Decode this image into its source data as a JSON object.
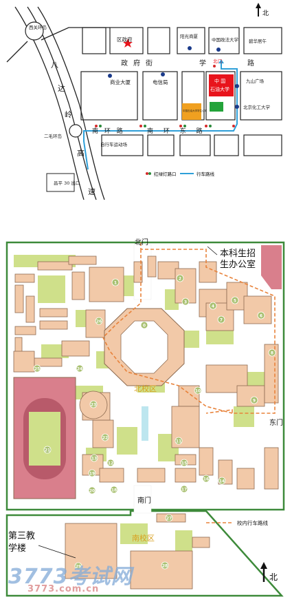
{
  "north_label": "北",
  "top_map": {
    "places": {
      "xiguan": "西关环岛",
      "district_gov": "区政府",
      "yangguang": "阳光商厦",
      "cupl": "中国政法大学",
      "bihua": "碧华居午",
      "gov_street": "政府街",
      "xue": "学",
      "lu": "路",
      "shangye": "商业大厦",
      "dianxin": "电信局",
      "cup_line1": "中 国",
      "cup_line2": "石油大学",
      "north_gate": "北门",
      "jiushan": "九山广场",
      "buct": "北京化工大学",
      "small_label": "中国石油大学学生公寓",
      "ba": "八",
      "da": "达",
      "ling": "岭",
      "erma": "二毛环岛",
      "gao": "高",
      "su": "速",
      "nanhuan": "南 环 路",
      "nanhuan2": "南 环 东 路",
      "bike_track": "自行车运动场",
      "changping": "昌平 30 出口"
    },
    "legend": {
      "traffic_light": "红绿灯路口",
      "route": "行车路线"
    }
  },
  "campus_map": {
    "north_gate": "北门",
    "admissions": "本科生招生办公室",
    "north_campus": "北校区",
    "east_gate": "东门",
    "south_gate": "南门",
    "south_campus": "南校区",
    "teaching_bldg": "第三教学楼",
    "legend_route": "校内行车路线",
    "building_numbers": [
      "0",
      "1",
      "2",
      "3",
      "4",
      "5",
      "6",
      "7",
      "8",
      "9",
      "10",
      "11",
      "12",
      "13",
      "14",
      "15",
      "16",
      "17",
      "18",
      "19",
      "20",
      "21",
      "22",
      "23",
      "24",
      "25",
      "26",
      "27",
      "28",
      "29"
    ]
  },
  "watermark": {
    "brand": "3773考试网",
    "url": "3773.com.cn"
  },
  "colors": {
    "road_blue": "#2e9fd8",
    "building": "#f2c9a8",
    "building_stroke": "#8c6a50",
    "green": "#cfe08a",
    "track": "#d97f8c",
    "cup_red": "#e8141c",
    "route_orange": "#e8823a",
    "frame_green": "#3d8a3a"
  }
}
